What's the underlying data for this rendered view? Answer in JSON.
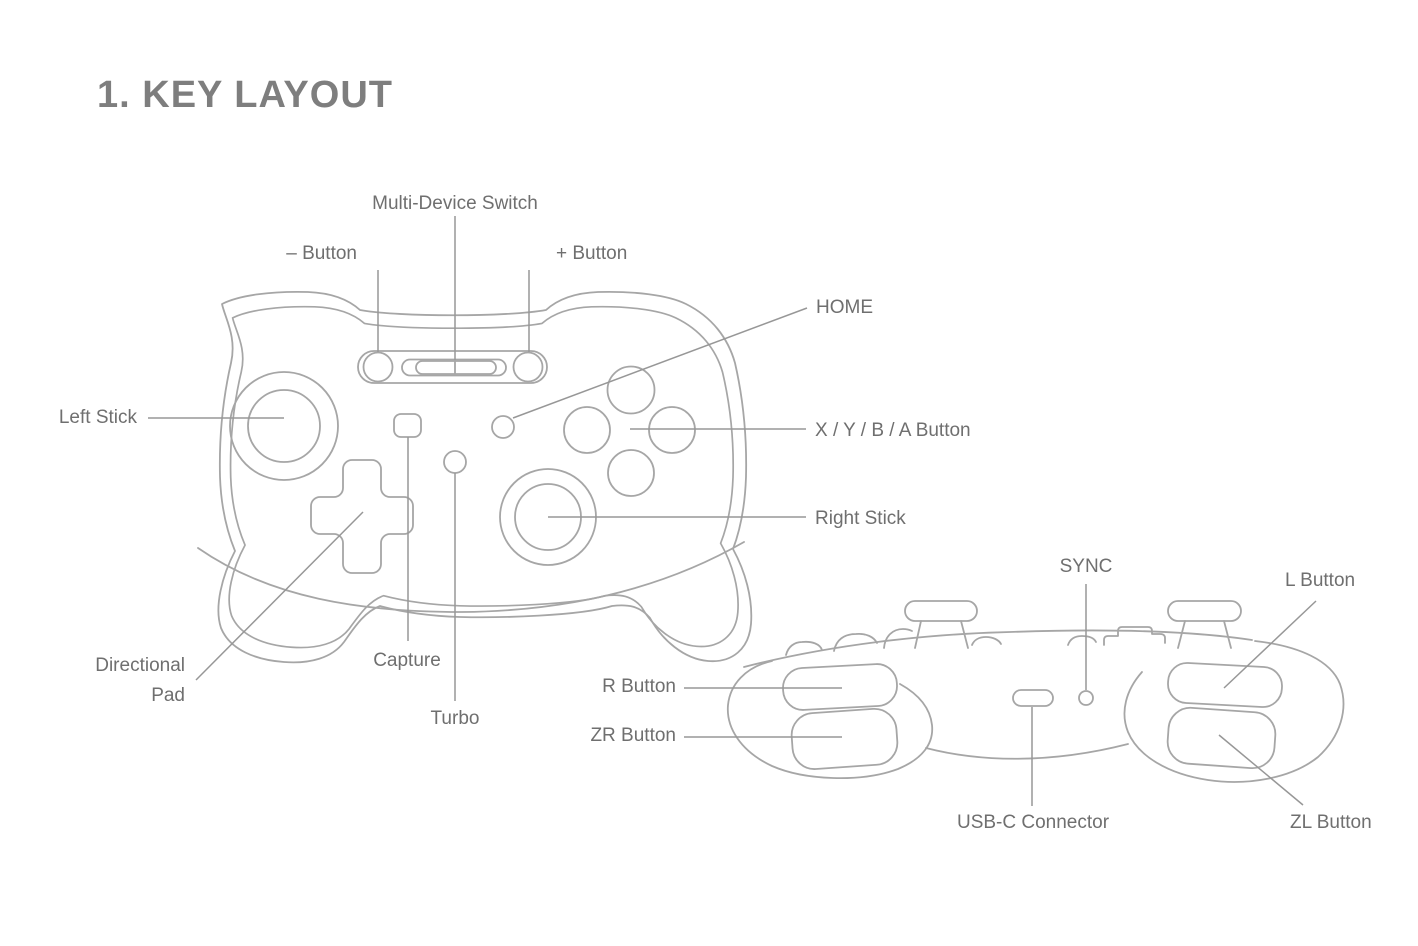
{
  "page": {
    "title": "1. KEY LAYOUT"
  },
  "colors": {
    "title": "#7e7e7e",
    "label_text": "#6f6f6f",
    "outline": "#a6a6a6",
    "leader_line": "#979797",
    "background": "#ffffff"
  },
  "front_view": {
    "description": "Gamepad front view line drawing",
    "labels": {
      "multi_device_switch": "Multi-Device Switch",
      "minus_button": "– Button",
      "plus_button": "+ Button",
      "home": "HOME",
      "left_stick": "Left Stick",
      "xyba_button": "X / Y / B / A Button",
      "right_stick": "Right Stick",
      "directional_pad_line1": "Directional",
      "directional_pad_line2": "Pad",
      "capture": "Capture",
      "turbo": "Turbo"
    }
  },
  "rear_view": {
    "description": "Gamepad top/rear view line drawing",
    "labels": {
      "sync": "SYNC",
      "l_button": "L Button",
      "r_button": "R Button",
      "zr_button": "ZR Button",
      "usb_c_connector": "USB-C Connector",
      "zl_button": "ZL Button"
    }
  }
}
